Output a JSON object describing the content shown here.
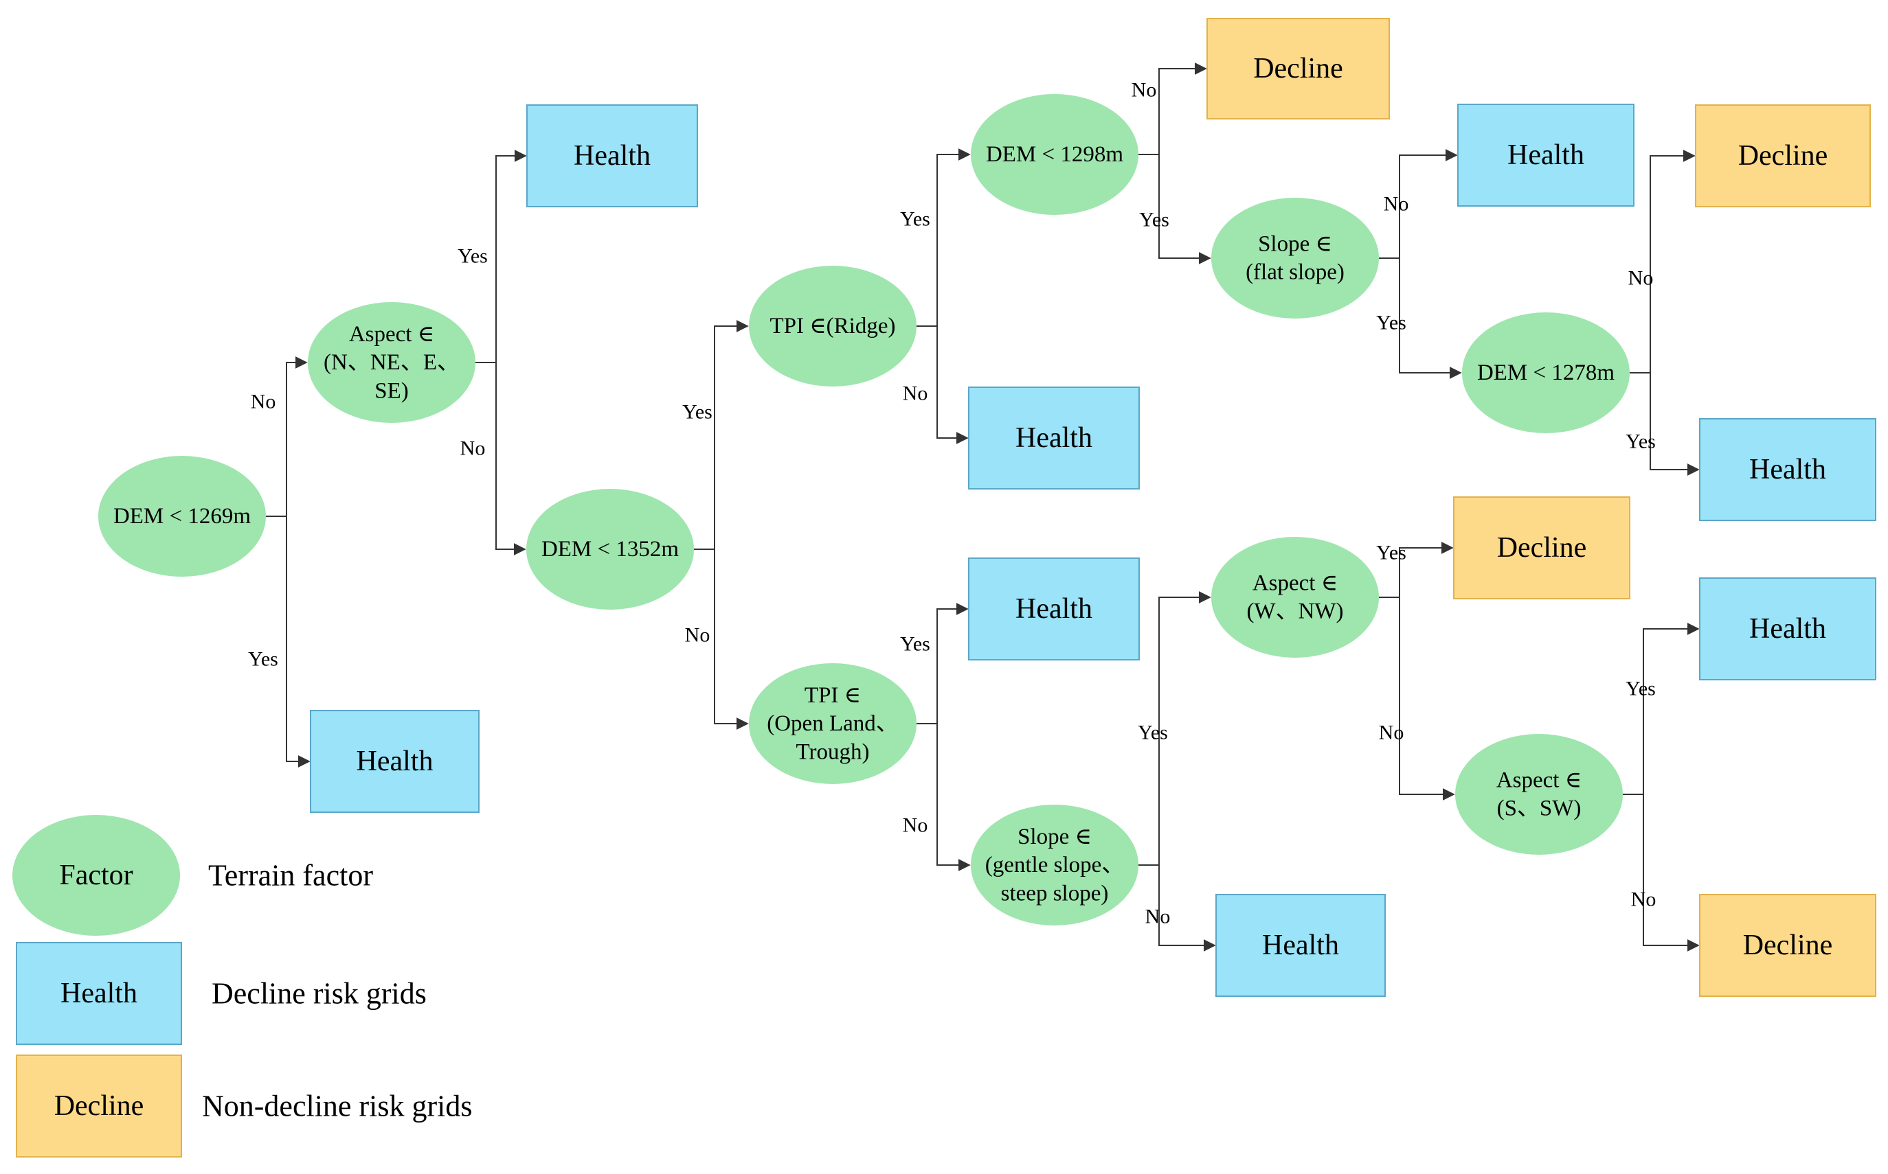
{
  "colors": {
    "factor_fill": "#9fe5ae",
    "health_fill": "#9ae3f8",
    "health_stroke": "#5aa7c7",
    "decline_fill": "#fdd98a",
    "decline_stroke": "#e2b24a",
    "edge": "#333333"
  },
  "nodes": {
    "root": {
      "label": [
        "DEM < 1269m"
      ]
    },
    "aspect_n": {
      "label": [
        "Aspect ∈",
        "(N、NE、E、",
        "SE)"
      ]
    },
    "health_1": {
      "label": [
        "Health"
      ]
    },
    "health_2": {
      "label": [
        "Health"
      ]
    },
    "dem_1352": {
      "label": [
        "DEM < 1352m"
      ]
    },
    "tpi_ridge": {
      "label": [
        "TPI ∈(Ridge)"
      ]
    },
    "tpi_open": {
      "label": [
        "TPI ∈",
        "(Open Land、",
        "Trough)"
      ]
    },
    "dem_1298": {
      "label": [
        "DEM < 1298m"
      ]
    },
    "health_3": {
      "label": [
        "Health"
      ]
    },
    "decline_1": {
      "label": [
        "Decline"
      ]
    },
    "slope_flat": {
      "label": [
        "Slope ∈",
        "(flat slope)"
      ]
    },
    "health_4": {
      "label": [
        "Health"
      ]
    },
    "dem_1278": {
      "label": [
        "DEM < 1278m"
      ]
    },
    "decline_2": {
      "label": [
        "Decline"
      ]
    },
    "health_5": {
      "label": [
        "Health"
      ]
    },
    "health_6": {
      "label": [
        "Health"
      ]
    },
    "slope_gentle": {
      "label": [
        "Slope ∈",
        "(gentle slope、",
        "steep slope)"
      ]
    },
    "aspect_w": {
      "label": [
        "Aspect ∈",
        "(W、NW)"
      ]
    },
    "health_7": {
      "label": [
        "Health"
      ]
    },
    "decline_3": {
      "label": [
        "Decline"
      ]
    },
    "aspect_s": {
      "label": [
        "Aspect ∈",
        "(S、SW)"
      ]
    },
    "health_8": {
      "label": [
        "Health"
      ]
    },
    "decline_4": {
      "label": [
        "Decline"
      ]
    }
  },
  "edges": [
    {
      "from": "root",
      "to": "aspect_n",
      "label": "No"
    },
    {
      "from": "root",
      "to": "health_2",
      "label": "Yes"
    },
    {
      "from": "aspect_n",
      "to": "health_1",
      "label": "Yes"
    },
    {
      "from": "aspect_n",
      "to": "dem_1352",
      "label": "No"
    },
    {
      "from": "dem_1352",
      "to": "tpi_ridge",
      "label": "Yes"
    },
    {
      "from": "dem_1352",
      "to": "tpi_open",
      "label": "No"
    },
    {
      "from": "tpi_ridge",
      "to": "dem_1298",
      "label": "Yes"
    },
    {
      "from": "tpi_ridge",
      "to": "health_3",
      "label": "No"
    },
    {
      "from": "dem_1298",
      "to": "decline_1",
      "label": "No"
    },
    {
      "from": "dem_1298",
      "to": "slope_flat",
      "label": "Yes"
    },
    {
      "from": "slope_flat",
      "to": "health_4",
      "label": "No"
    },
    {
      "from": "slope_flat",
      "to": "dem_1278",
      "label": "Yes"
    },
    {
      "from": "dem_1278",
      "to": "decline_2",
      "label": "No"
    },
    {
      "from": "dem_1278",
      "to": "health_5",
      "label": "Yes"
    },
    {
      "from": "tpi_open",
      "to": "health_6",
      "label": "Yes"
    },
    {
      "from": "tpi_open",
      "to": "slope_gentle",
      "label": "No"
    },
    {
      "from": "slope_gentle",
      "to": "aspect_w",
      "label": "Yes"
    },
    {
      "from": "slope_gentle",
      "to": "health_7",
      "label": "No"
    },
    {
      "from": "aspect_w",
      "to": "decline_3",
      "label": "Yes"
    },
    {
      "from": "aspect_w",
      "to": "aspect_s",
      "label": "No"
    },
    {
      "from": "aspect_s",
      "to": "health_8",
      "label": "Yes"
    },
    {
      "from": "aspect_s",
      "to": "decline_4",
      "label": "No"
    }
  ],
  "legend": {
    "factor_symbol": "Factor",
    "factor_text": "Terrain factor",
    "health_symbol": "Health",
    "health_text": "Decline risk grids",
    "decline_symbol": "Decline",
    "decline_text": "Non-decline risk grids"
  }
}
